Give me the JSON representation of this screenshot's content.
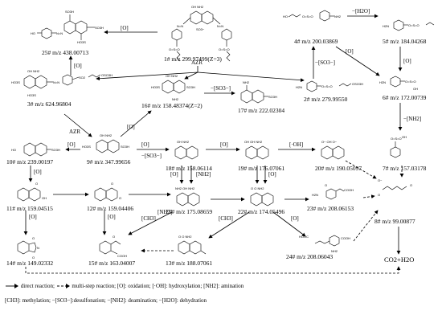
{
  "compounds": [
    {
      "id": "c25",
      "label": "25# m/z 438.00713"
    },
    {
      "id": "c1",
      "label": "1# m/z 299.97499(Z=3)"
    },
    {
      "id": "c4",
      "label": "4# m/z 200.03869"
    },
    {
      "id": "c5",
      "label": "5# m/z 184.04268"
    },
    {
      "id": "c3",
      "label": "3# m/z 624.96804"
    },
    {
      "id": "c16",
      "label": "16# m/z 158.48374(Z=2)"
    },
    {
      "id": "c17",
      "label": "17# m/z 222.02304"
    },
    {
      "id": "c2",
      "label": "2# m/z 279.99550"
    },
    {
      "id": "c6",
      "label": "6# m/z 172.00739"
    },
    {
      "id": "c10",
      "label": "10# m/z 239.00197"
    },
    {
      "id": "c9",
      "label": "9# m/z 347.99656"
    },
    {
      "id": "c18",
      "label": "18# m/z 158.06114"
    },
    {
      "id": "c19",
      "label": "19# m/z 176.07061"
    },
    {
      "id": "c20",
      "label": "20# m/z 190.05097"
    },
    {
      "id": "c7",
      "label": "7# m/z 157.03178"
    },
    {
      "id": "c11",
      "label": "11# m/z 159.04515"
    },
    {
      "id": "c12",
      "label": "12# m/z 159.04406"
    },
    {
      "id": "c21",
      "label": "21# m/z 175.08659"
    },
    {
      "id": "c22",
      "label": "22# m/z 174.05496"
    },
    {
      "id": "c23",
      "label": "23# m/z 208.06153"
    },
    {
      "id": "c8",
      "label": "8# m/z 99.00877"
    },
    {
      "id": "c14",
      "label": "14# m/z 149.02332"
    },
    {
      "id": "c15",
      "label": "15# m/z 163.04007"
    },
    {
      "id": "c13",
      "label": "13# m/z 188.07061"
    },
    {
      "id": "c24",
      "label": "24# m/z 208.06043"
    }
  ],
  "arrow_labels": [
    {
      "id": "a1",
      "text": "[O]"
    },
    {
      "id": "a2",
      "text": "AZR"
    },
    {
      "id": "a3",
      "text": "−[H2O]"
    },
    {
      "id": "a4",
      "text": "[O]"
    },
    {
      "id": "a5",
      "text": "[O]"
    },
    {
      "id": "a6",
      "text": "−[SO3−]"
    },
    {
      "id": "a7",
      "text": "−[SO3−]"
    },
    {
      "id": "a8",
      "text": "[O]"
    },
    {
      "id": "a9",
      "text": "AZR"
    },
    {
      "id": "a10",
      "text": "[O]"
    },
    {
      "id": "a11",
      "text": "[O]"
    },
    {
      "id": "a12",
      "text": "−[SO3−]"
    },
    {
      "id": "a13",
      "text": "[O]"
    },
    {
      "id": "a14",
      "text": "[·OH]"
    },
    {
      "id": "a15",
      "text": "−[NH2]"
    },
    {
      "id": "a16",
      "text": "[O]"
    },
    {
      "id": "a17",
      "text": "[O]"
    },
    {
      "id": "a18",
      "text": "[NH2]"
    },
    {
      "id": "a19",
      "text": "[O]"
    },
    {
      "id": "a20",
      "text": "[O]"
    },
    {
      "id": "a21",
      "text": "[O]"
    },
    {
      "id": "a22",
      "text": "[O]"
    },
    {
      "id": "a23",
      "text": "[CH3]"
    },
    {
      "id": "a24",
      "text": "[NH2]"
    },
    {
      "id": "a25",
      "text": "[CH3]"
    },
    {
      "id": "a26",
      "text": "[O]"
    }
  ],
  "final_product": "CO2+H2O",
  "legend": {
    "line1_direct": "direct reaction;",
    "line1_multi": "multi-step reaction;",
    "line1_rest": "[O]: oxidation; [·OH]: hydroxylation; [NH2]: amination",
    "line2": "[CH3]: methylation; −[SO3−]:desulfonation; −[NH2]: deamination; −[H2O]: dehydration"
  }
}
